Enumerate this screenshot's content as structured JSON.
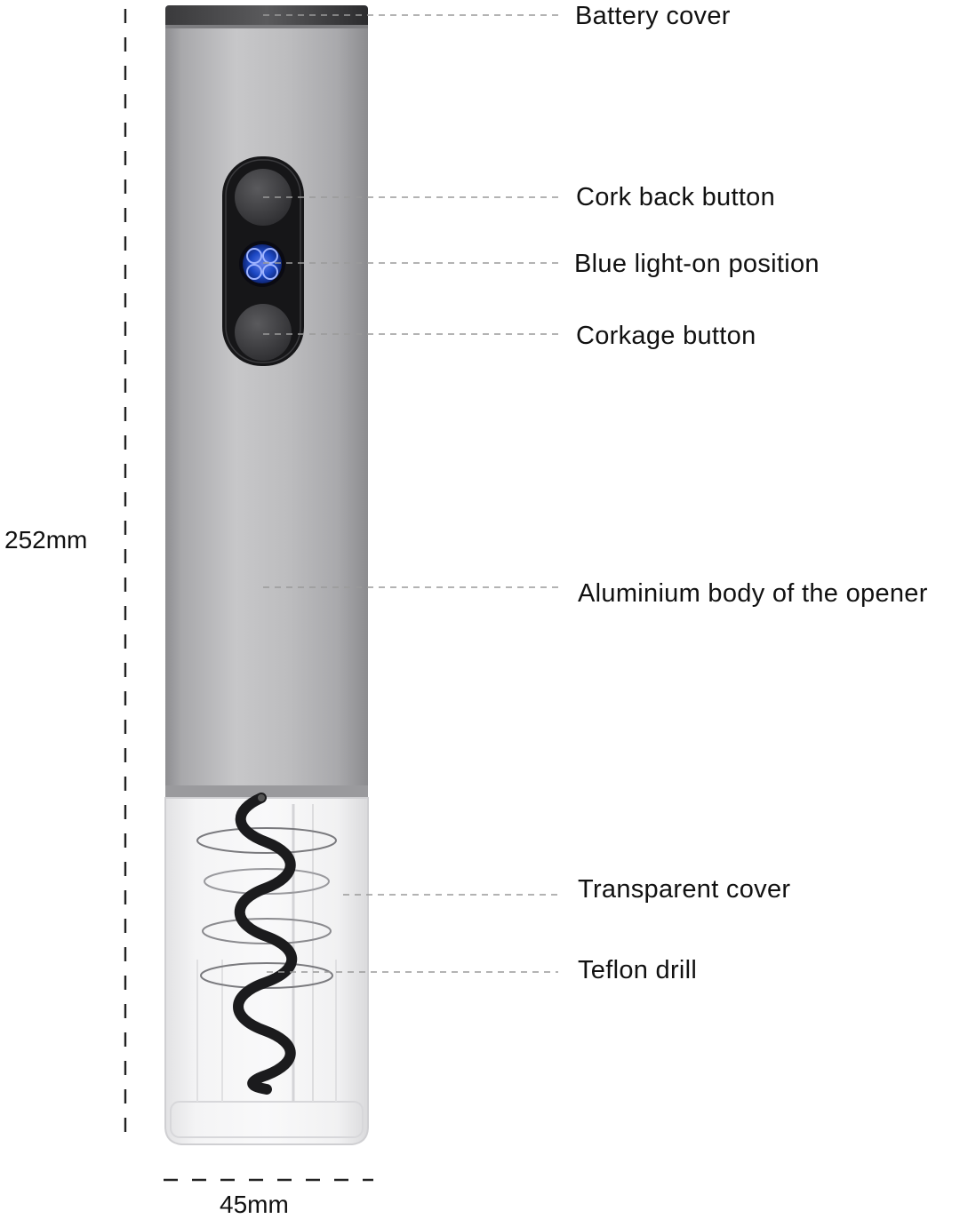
{
  "callouts": [
    {
      "id": "battery-cover",
      "label": "Battery cover"
    },
    {
      "id": "cork-back-button",
      "label": "Cork back button"
    },
    {
      "id": "blue-light",
      "label": "Blue light-on position"
    },
    {
      "id": "corkage-button",
      "label": "Corkage button"
    },
    {
      "id": "aluminium-body",
      "label": "Aluminium body of the opener"
    },
    {
      "id": "transparent-cover",
      "label": "Transparent cover"
    },
    {
      "id": "teflon-drill",
      "label": "Teflon drill"
    }
  ],
  "dimensions": {
    "height": "252mm",
    "width": "45mm"
  },
  "colors": {
    "body_silver": "#b9b9bb",
    "button_panel": "#1c1c1e",
    "led_blue": "#1e4fd8",
    "leader_line": "#9a9a9a"
  }
}
